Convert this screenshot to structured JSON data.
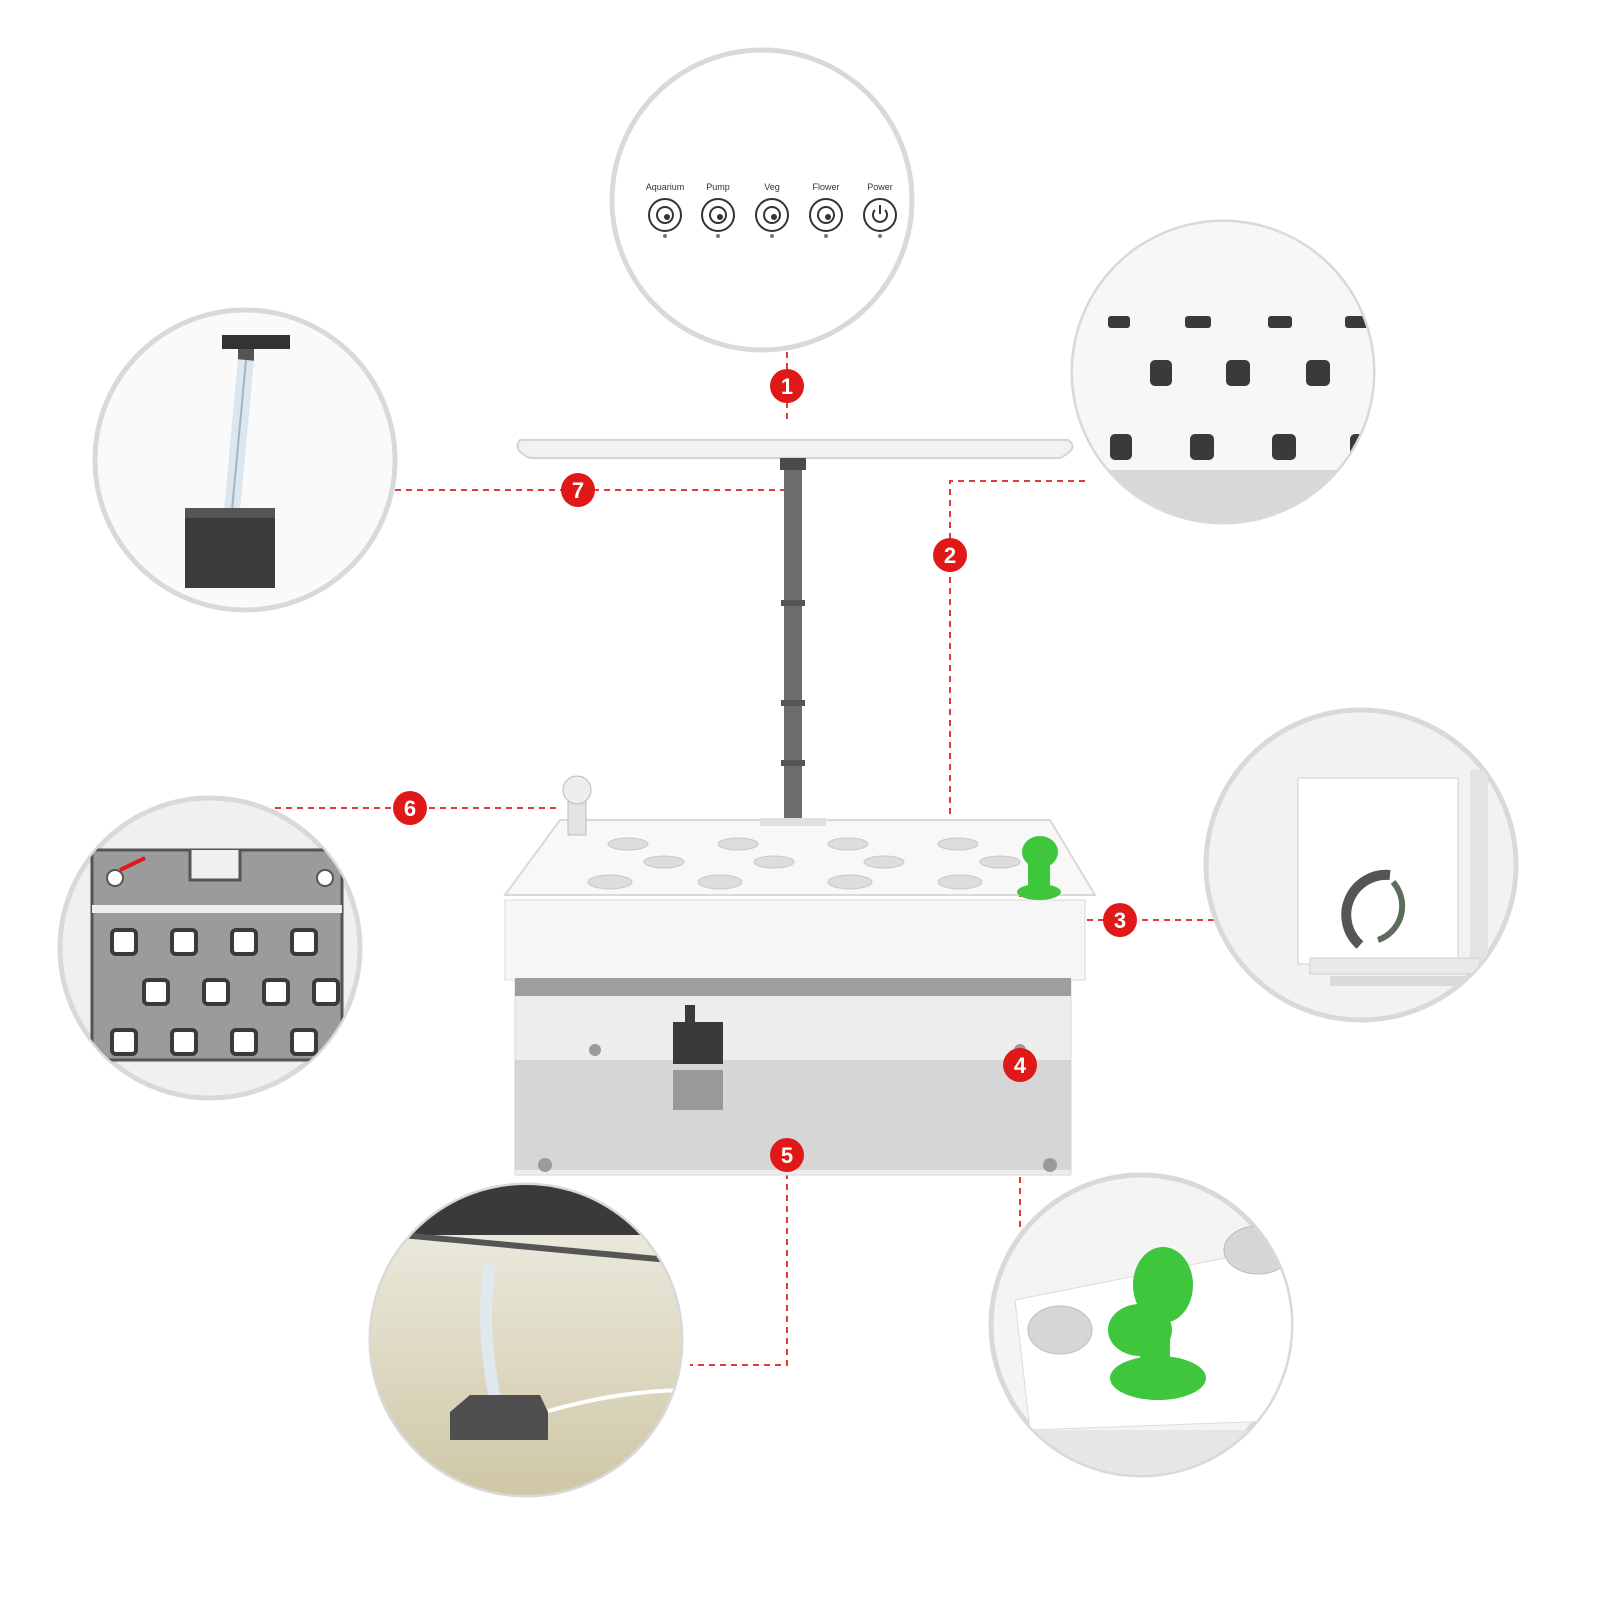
{
  "control_panel": {
    "buttons": [
      {
        "label": "Aquarium",
        "icon": "fish-icon"
      },
      {
        "label": "Pump",
        "icon": "pump-icon"
      },
      {
        "label": "Veg",
        "icon": "leaf-icon"
      },
      {
        "label": "Flower",
        "icon": "flower-icon"
      },
      {
        "label": "Power",
        "icon": "power-icon"
      }
    ]
  },
  "callouts": [
    {
      "number": "1",
      "part": "control-panel"
    },
    {
      "number": "2",
      "part": "planting-deck"
    },
    {
      "number": "3",
      "part": "water-window"
    },
    {
      "number": "4",
      "part": "water-level-float"
    },
    {
      "number": "5",
      "part": "water-pump"
    },
    {
      "number": "6",
      "part": "deck-underside"
    },
    {
      "number": "7",
      "part": "telescopic-pole"
    }
  ],
  "colors": {
    "callout_red": "#e01818",
    "leader_red": "#e03a3a",
    "circle_border": "#d9d9d9",
    "float_green": "#3ec63c",
    "body_white": "#f4f4f4",
    "dark_grey": "#5a5a5a"
  }
}
